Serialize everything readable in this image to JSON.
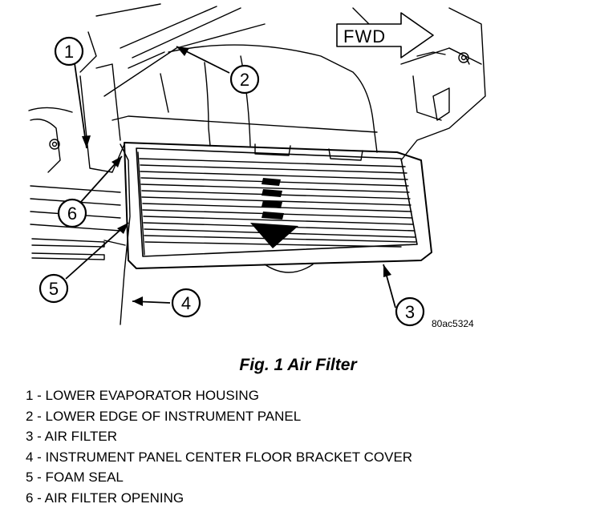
{
  "figure": {
    "direction_label": "FWD",
    "image_code": "80ac5324",
    "callouts": [
      "1",
      "2",
      "3",
      "4",
      "5",
      "6"
    ]
  },
  "caption": "Fig. 1 Air Filter",
  "legend": [
    "1 - LOWER EVAPORATOR HOUSING",
    "2 - LOWER EDGE OF INSTRUMENT PANEL",
    "3 - AIR FILTER",
    "4 - INSTRUMENT PANEL CENTER FLOOR BRACKET COVER",
    "5 - FOAM SEAL",
    "6 - AIR FILTER OPENING"
  ]
}
